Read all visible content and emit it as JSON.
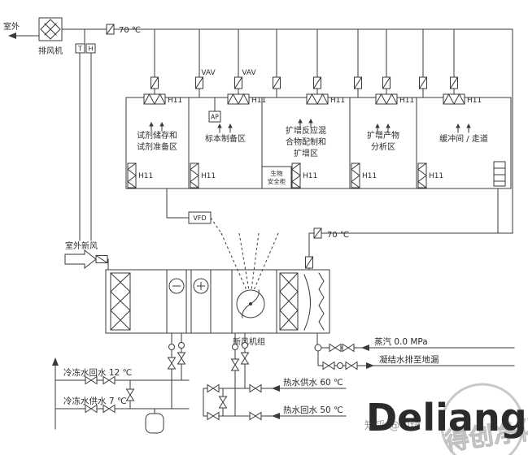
{
  "colors": {
    "line": "#3a3a3a",
    "brand_green": "#00a651",
    "watermark_gray": "#9a9a9a",
    "seal_gray": "#c8c8c8"
  },
  "diagram": {
    "top": {
      "outdoor_label": "室外",
      "exhaust_fan_label": "排风机",
      "sensor_t": "T",
      "sensor_h": "H",
      "duct_temp": "70 ℃",
      "vav_label_1": "VAV",
      "vav_label_2": "VAV",
      "ap_label": "AP"
    },
    "filter_label": "H11",
    "rooms": [
      {
        "lines": [
          "试剂储存和",
          "试剂准备区"
        ]
      },
      {
        "lines": [
          "标本制备区"
        ]
      },
      {
        "lines": [
          "扩增反应混",
          "合物配制和",
          "扩增区"
        ]
      },
      {
        "lines": [
          "扩增产物",
          "分析区"
        ]
      },
      {
        "lines": [
          "缓冲间 / 走道"
        ]
      }
    ],
    "bio_cabinet": {
      "line1": "生物",
      "line2": "安全柜"
    },
    "mid": {
      "vfd_label": "VFD",
      "return_temp": "70 ℃",
      "fresh_air_label": "室外新风",
      "ahu_label": "新风机组"
    },
    "piping": {
      "steam": "蒸汽 0.0 MPa",
      "condensate": "凝结水排至地漏",
      "chilled_return": "冷冻水回水 12 ℃",
      "chilled_supply": "冷冻水供水 7 ℃",
      "hot_supply": "热水供水 60 ℃",
      "hot_return": "热水回水 50 ℃"
    }
  },
  "watermark": {
    "zhihu": "知乎 @中绿",
    "brand": "Deliang",
    "seal": "得创净化"
  }
}
